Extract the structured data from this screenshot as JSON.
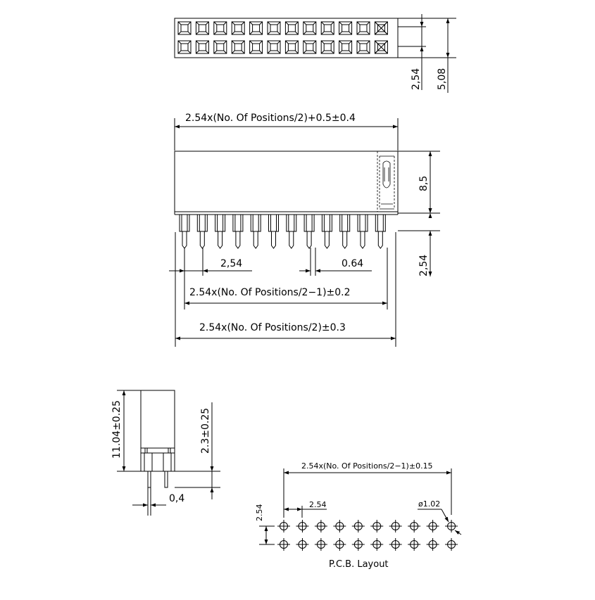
{
  "top_view": {
    "pitch_label": "2,54",
    "width_label": "5,08"
  },
  "front_view": {
    "overall_label": "2.54x(No. Of Positions/2)+0.5±0.4",
    "height_label": "8,5",
    "tail_label": "2,54",
    "pitch_label": "2,54",
    "pin_label": "0.64",
    "span_label": "2.54x(No. Of Positions/2−1)±0.2",
    "length_label": "2.54x(No. Of Positions/2)±0.3"
  },
  "side_view": {
    "height_label": "11.04±0.25",
    "tail_label": "2.3±0.25",
    "pin_label": "0,4"
  },
  "pcb_layout": {
    "span_label": "2.54x(No. Of Positions/2−1)±0.15",
    "pitch_label": "2.54",
    "row_pitch_label": "2.54",
    "hole_label": "ø1.02",
    "title": "P.C.B.  Layout"
  }
}
